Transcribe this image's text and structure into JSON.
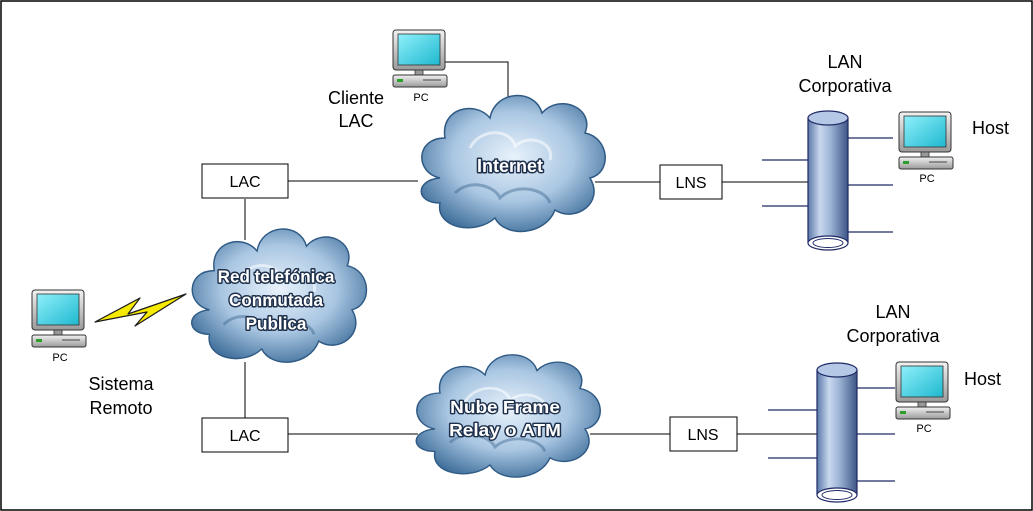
{
  "colors": {
    "cloud_dark": "#3d6d99",
    "cloud_light": "#e8f2fb",
    "tube": "#9fb6d8",
    "screen": "#3fd3e6",
    "bolt": "#f5ea00"
  },
  "clouds": {
    "internet": [
      "Internet"
    ],
    "pstn": [
      "Red telefónica",
      "Conmutada",
      "Publica"
    ],
    "framerelay": [
      "Nube Frame",
      "Relay o ATM"
    ]
  },
  "boxes": {
    "lac_top": "LAC",
    "lac_bottom": "LAC",
    "lns_top": "LNS",
    "lns_bottom": "LNS"
  },
  "labels": {
    "cliente_lac": [
      "Cliente",
      "LAC"
    ],
    "sistema_remoto": [
      "Sistema",
      "Remoto"
    ],
    "lan_top": [
      "LAN",
      "Corporativa"
    ],
    "lan_bottom": [
      "LAN",
      "Corporativa"
    ],
    "host_top": "Host",
    "host_bottom": "Host"
  },
  "computers": {
    "cliente_pc": "PC",
    "remote_pc": "PC",
    "host_top_pc": "PC",
    "host_bottom_pc": "PC"
  },
  "icons": [
    "computer-icon",
    "cloud-icon",
    "lan-cylinder-icon",
    "lightning-bolt-icon"
  ]
}
